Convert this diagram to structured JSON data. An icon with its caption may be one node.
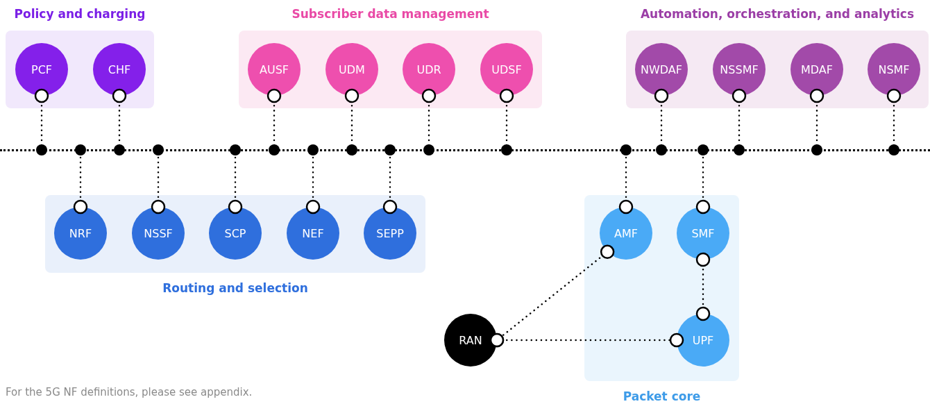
{
  "diagram": {
    "nodes": [
      {
        "text": [
          "Policy and charging"
        ]
      },
      {
        "text": [
          "PCF"
        ],
        "in": 0
      },
      {
        "text": [
          "CHF"
        ],
        "in": 0
      },
      {
        "text": [
          "Subscriber data management"
        ]
      },
      {
        "text": [
          "AUSF"
        ],
        "in": 3
      },
      {
        "text": [
          "UDM"
        ],
        "in": 3
      },
      {
        "text": [
          "UDR"
        ],
        "in": 3
      },
      {
        "text": [
          "UDSF"
        ],
        "in": 3
      },
      {
        "text": [
          "Automation, orchestration, and analytics"
        ]
      },
      {
        "text": [
          "NWDAF"
        ],
        "in": 8
      },
      {
        "text": [
          "NSSMF"
        ],
        "in": 8
      },
      {
        "text": [
          "MDAF"
        ],
        "in": 8
      },
      {
        "text": [
          "NSMF"
        ],
        "in": 8
      },
      {
        "text": [],
        "shape": "line"
      },
      {
        "text": [
          "Routing and selection"
        ]
      },
      {
        "text": [
          "NRF"
        ],
        "in": 14
      },
      {
        "text": [
          "NSSF"
        ],
        "in": 14
      },
      {
        "text": [
          "SCP"
        ],
        "in": 14
      },
      {
        "text": [
          "NEF"
        ],
        "in": 14
      },
      {
        "text": [
          "SEPP"
        ],
        "in": 14
      },
      {
        "text": [
          "Packet core"
        ]
      },
      {
        "text": [
          "AMF"
        ],
        "in": 20
      },
      {
        "text": [
          "SMF"
        ],
        "in": 20
      },
      {
        "text": [
          "UPF"
        ],
        "in": 20
      },
      {
        "text": [
          "RAN"
        ]
      }
    ],
    "edges": [
      {
        "from": 1,
        "to": 13,
        "arrow": "other"
      },
      {
        "from": 2,
        "to": 13,
        "arrow": "other"
      },
      {
        "from": 4,
        "to": 13,
        "arrow": "other"
      },
      {
        "from": 5,
        "to": 13,
        "arrow": "other"
      },
      {
        "from": 6,
        "to": 13,
        "arrow": "other"
      },
      {
        "from": 7,
        "to": 13,
        "arrow": "other"
      },
      {
        "from": 9,
        "to": 13,
        "arrow": "other"
      },
      {
        "from": 10,
        "to": 13,
        "arrow": "other"
      },
      {
        "from": 11,
        "to": 13,
        "arrow": "other"
      },
      {
        "from": 12,
        "to": 13,
        "arrow": "other"
      },
      {
        "from": 15,
        "to": 13,
        "arrow": "other"
      },
      {
        "from": 16,
        "to": 13,
        "arrow": "other"
      },
      {
        "from": 17,
        "to": 13,
        "arrow": "other"
      },
      {
        "from": 18,
        "to": 13,
        "arrow": "other"
      },
      {
        "from": 19,
        "to": 13,
        "arrow": "other"
      },
      {
        "from": 21,
        "to": 13,
        "arrow": "other"
      },
      {
        "from": 22,
        "to": 13,
        "arrow": "other"
      },
      {
        "from": 22,
        "to": 23,
        "arrow": "other"
      },
      {
        "from": 21,
        "to": 24,
        "arrow": "other"
      },
      {
        "from": 24,
        "to": 23,
        "arrow": "other"
      }
    ],
    "labels": [
      "For the 5G NF definitions, please see appendix."
    ]
  }
}
